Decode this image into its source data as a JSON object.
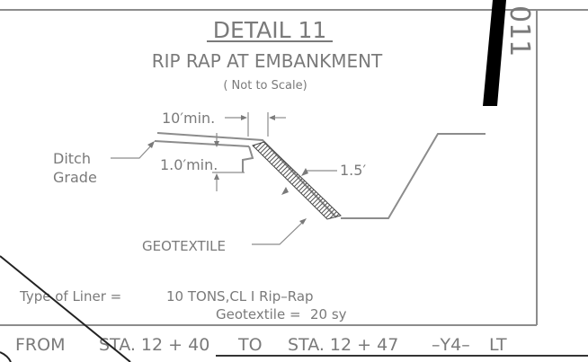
{
  "detail": {
    "title": "DETAIL 11",
    "subtitle": "RIP RAP AT EMBANKMENT",
    "scale_note": "( Not to Scale)"
  },
  "labels": {
    "width_dim": "10′min.",
    "depth_dim": "1.0′min.",
    "ditch_line1": "Ditch",
    "ditch_line2": "Grade",
    "thickness_dim": "1.5′",
    "geotextile": "GEOTEXTILE"
  },
  "quantities": {
    "liner_label": "Type  of Liner =",
    "liner_value": "10  TONS,CL I Rip–Rap",
    "geotextile_label": "Geotextile =",
    "geotextile_value": "20  sy"
  },
  "station": {
    "from_label": "FROM",
    "start": "STA. 12 + 40",
    "to_label": "TO",
    "end": "STA. 12 + 47",
    "line": "–Y4–",
    "side": "LT"
  },
  "corner_text": "011"
}
